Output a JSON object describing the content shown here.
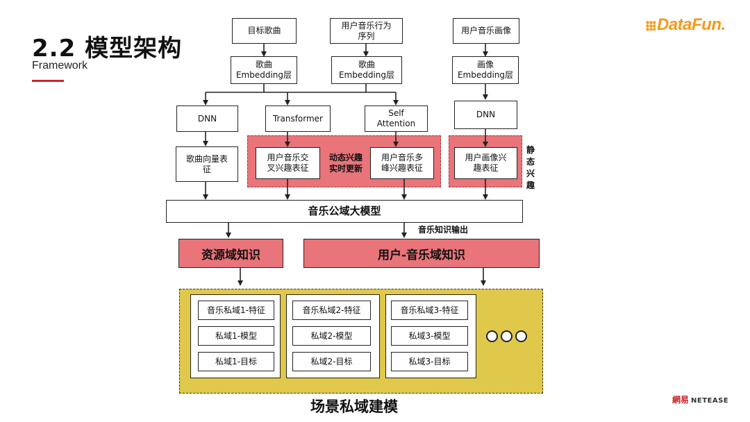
{
  "header": {
    "title": "2.2 模型架构",
    "subtitle": "Framework"
  },
  "brand": {
    "logo": "DataFun.",
    "netease_cn": "網易",
    "netease_en": "NETEASE"
  },
  "inputs": {
    "target_song": "目标歌曲",
    "behavior_seq": "用户音乐行为\n序列",
    "user_profile": "用户音乐画像"
  },
  "embeddings": {
    "song": "歌曲\nEmbedding层",
    "song2": "歌曲\nEmbedding层",
    "profile": "画像\nEmbedding层"
  },
  "encoders": {
    "dnn_left": "DNN",
    "transformer": "Transformer",
    "self_attention": "Self\nAttention",
    "dnn_right": "DNN"
  },
  "reps": {
    "song_vec": "歌曲向量表\n征",
    "cross": "用户音乐交\n叉兴趣表征",
    "multi_peak": "用户音乐多\n峰兴趣表征",
    "profile_rep": "用户画像兴\n趣表征"
  },
  "labels": {
    "dynamic": "动态兴趣\n实时更新",
    "static": "静\n态\n兴\n趣",
    "knowledge_output": "音乐知识输出"
  },
  "big_model": "音乐公域大模型",
  "knowledge": {
    "resource": "资源域知识",
    "user_music": "用户-音乐域知识"
  },
  "private_domains": [
    {
      "feature": "音乐私域1-特征",
      "model": "私域1-模型",
      "target": "私域1-目标"
    },
    {
      "feature": "音乐私域2-特征",
      "model": "私域2-模型",
      "target": "私域2-目标"
    },
    {
      "feature": "音乐私域3-特征",
      "model": "私域3-模型",
      "target": "私域3-目标"
    }
  ],
  "scene_title": "场景私域建模",
  "colors": {
    "accent_red": "#c8252c",
    "pink": "#e9747a",
    "yellow": "#e0c84a",
    "logo_orange": "#f39a1e"
  }
}
